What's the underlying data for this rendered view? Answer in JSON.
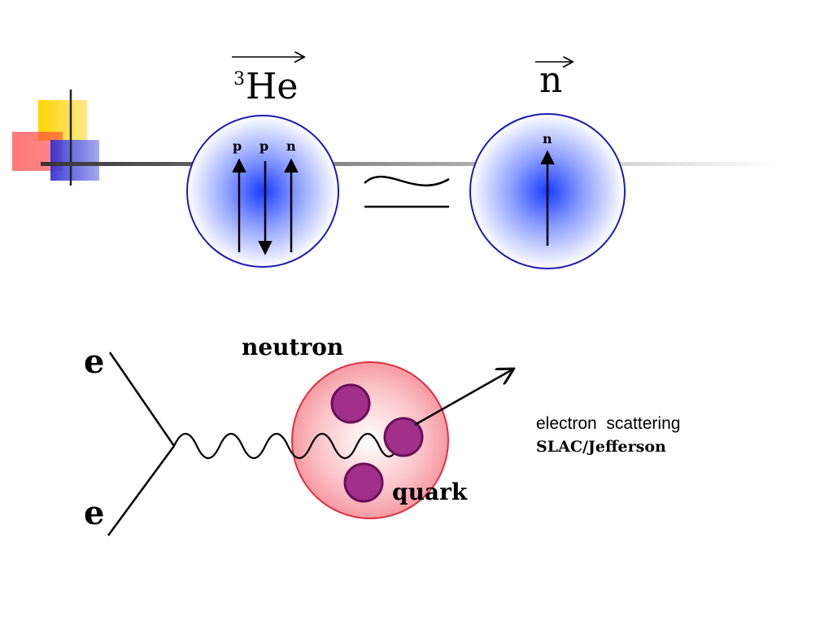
{
  "top": {
    "he3_superscript": "3",
    "he3_symbol": "He",
    "neutron_symbol": "n",
    "he3_constituents": [
      "p",
      "p",
      "n"
    ],
    "neutron_constituent": "n"
  },
  "bottom": {
    "electron_top": "e",
    "electron_bottom": "e",
    "neutron_label": "neutron",
    "quark_label": "quark",
    "caption_line1": "electron  scattering",
    "caption_line2": "SLAC/Jefferson"
  },
  "colors": {
    "nucleus_outline": "#1a1ab8",
    "nucleus_core": "#1a3cff",
    "neutron_fill": "#f7a0a8",
    "neutron_outline": "#e03040",
    "quark_fill": "#a0308a",
    "quark_outline": "#6a0f5a",
    "deco_yellow": "#ffd400",
    "deco_red": "#ff3333",
    "deco_blue": "#2a2acc"
  }
}
